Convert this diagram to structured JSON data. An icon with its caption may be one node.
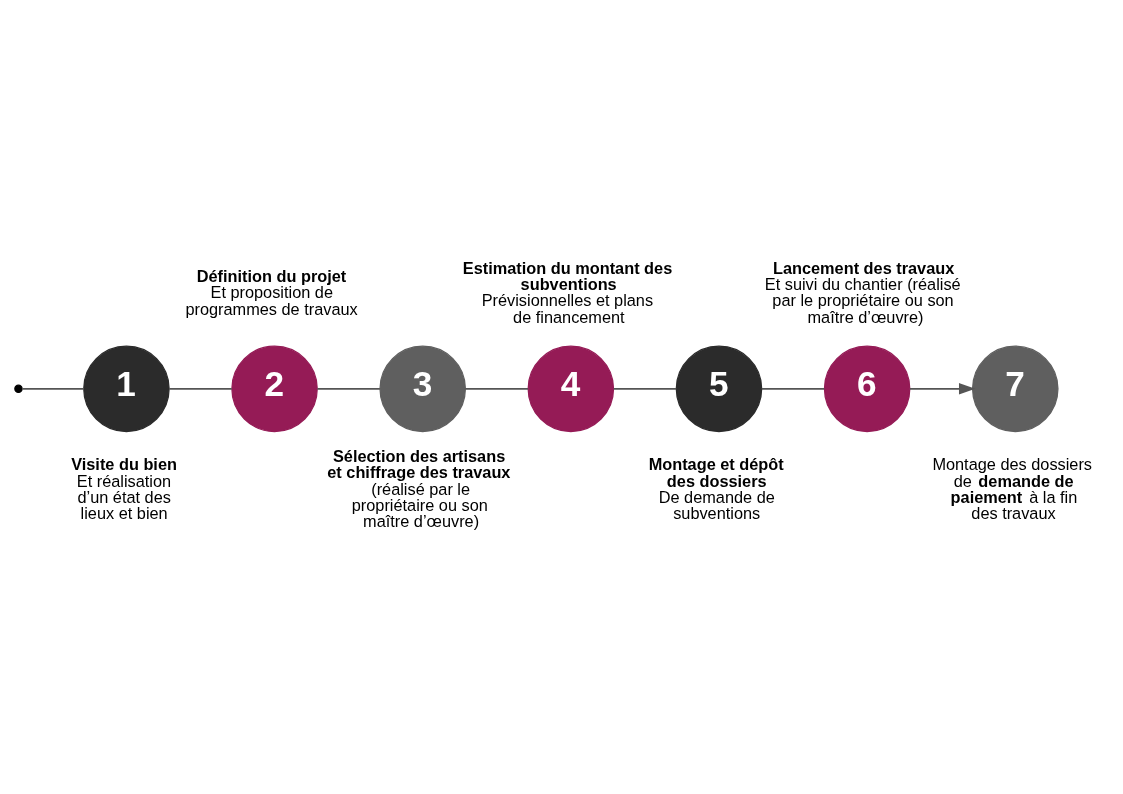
{
  "diagram": {
    "nodes": [
      {
        "text": [],
        "shape": "dot"
      },
      {
        "text": [
          "1"
        ],
        "beside": [
          "Visite du bien",
          "Et réalisation d’un état des lieux et bien"
        ]
      },
      {
        "text": [
          "2"
        ],
        "beside": [
          "Définition du projet",
          "Et proposition de programmes de travaux"
        ]
      },
      {
        "text": [
          "3"
        ],
        "beside": [
          "Sélection des artisans et chiffrage des travaux",
          "(réalisé par le propriétaire ou son maître d’œuvre)"
        ]
      },
      {
        "text": [
          "4"
        ],
        "beside": [
          "Estimation du montant des subventions",
          "Prévisionnelles et plans de financement"
        ]
      },
      {
        "text": [
          "5"
        ],
        "beside": [
          "Montage et dépôt des dossiers",
          "De demande de subventions"
        ]
      },
      {
        "text": [
          "6"
        ],
        "beside": [
          "Lancement des travaux",
          "Et suivi du chantier (réalisé par le propriétaire ou son maître d’œuvre)"
        ]
      },
      {
        "text": [
          "7"
        ],
        "beside": [
          "Montage des dossiers de **demande de paiement** à la fin des travaux"
        ]
      }
    ],
    "edges": [
      {
        "from": 0,
        "to": 1,
        "arrow": "none"
      },
      {
        "from": 1,
        "to": 2,
        "arrow": "none"
      },
      {
        "from": 2,
        "to": 3,
        "arrow": "none"
      },
      {
        "from": 3,
        "to": 4,
        "arrow": "none"
      },
      {
        "from": 4,
        "to": 5,
        "arrow": "none"
      },
      {
        "from": 5,
        "to": 6,
        "arrow": "none"
      },
      {
        "from": 6,
        "to": 7,
        "arrow": "to"
      }
    ]
  }
}
